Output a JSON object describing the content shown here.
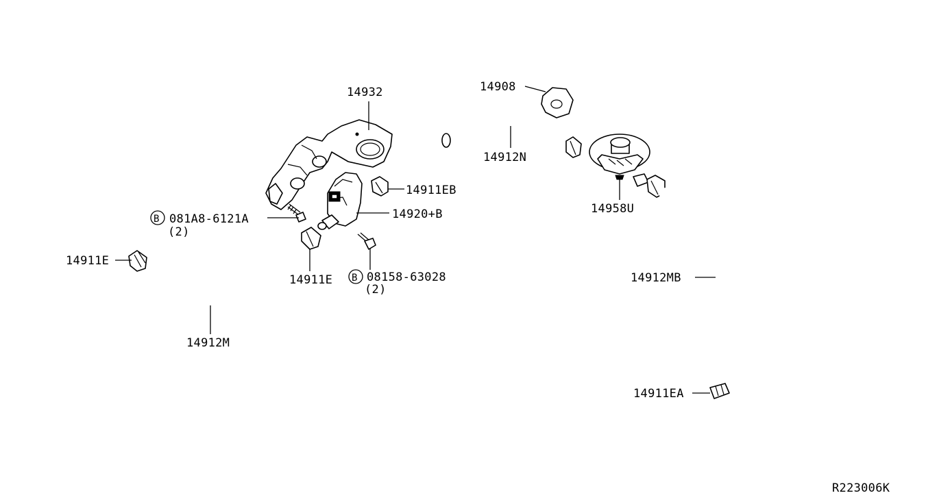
{
  "diagram_code": "R223006K",
  "labels": {
    "bracket": "14932",
    "insulator": "14908",
    "hose_upper": "14912N",
    "clamp_eb": "14911EB",
    "valve": "14920+B",
    "valve_control": "14958U",
    "bolt_left_number": "081A8-6121A",
    "bolt_left_qty": "(2)",
    "bolt_right_number": "08158-63028",
    "bolt_right_qty": "(2)",
    "clamp_left": "14911E",
    "clamp_mid": "14911E",
    "hose_left": "14912M",
    "hose_right": "14912MB",
    "clamp_ea": "14911EA",
    "bolt_symbol": "B"
  }
}
